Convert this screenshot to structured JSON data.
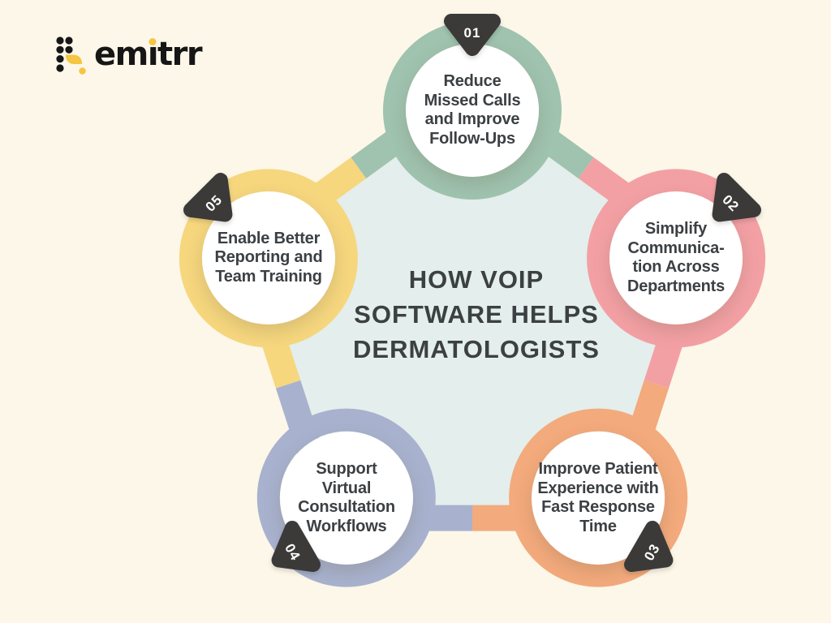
{
  "logo": {
    "brand": "emitrr"
  },
  "title": {
    "full": "HOW VOIP SOFTWARE HELPS DERMATOLOGISTS",
    "lines": [
      "HOW VOIP",
      "SOFTWARE HELPS",
      "DERMATOLOGISTS"
    ]
  },
  "nodes": [
    {
      "num": "01",
      "color": "#9fc3af",
      "label": "Reduce Missed Calls and Improve Follow-Ups",
      "lines": [
        "Reduce",
        "Missed Calls",
        "and Improve",
        "Follow-Ups"
      ]
    },
    {
      "num": "02",
      "color": "#f3a0a4",
      "label": "Simplify Communication Across Departments",
      "lines": [
        "Simplify",
        "Communica-",
        "tion Across",
        "Departments"
      ]
    },
    {
      "num": "03",
      "color": "#f3aa7c",
      "label": "Improve Patient Experience with Fast Response Time",
      "lines": [
        "Improve Patient",
        "Experience with",
        "Fast Response",
        "Time"
      ]
    },
    {
      "num": "04",
      "color": "#a8b2ce",
      "label": "Support Virtual Consultation Workflows",
      "lines": [
        "Support",
        "Virtual",
        "Consultation",
        "Workflows"
      ]
    },
    {
      "num": "05",
      "color": "#f6d77e",
      "label": "Enable Better Reporting and Team Training",
      "lines": [
        "Enable Better",
        "Reporting and",
        "Team Training"
      ]
    }
  ],
  "colors": {
    "background": "#fcf7e8",
    "center_fill": "#e4eeec",
    "badge_bg": "#3b3a38",
    "badge_text": "#ffffff",
    "text_dark": "#3c4043",
    "circle_bg": "#ffffff",
    "logo_black": "#161616",
    "logo_yellow": "#f5c543"
  }
}
